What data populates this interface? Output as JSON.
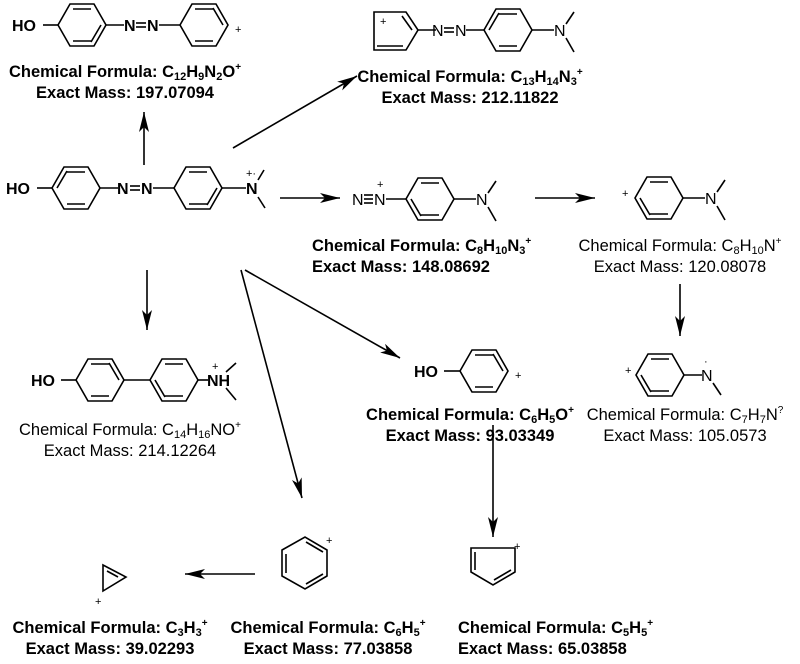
{
  "diagram": {
    "type": "mass-spectrometry fragmentation pathway",
    "parent": {
      "id": "parent",
      "substituents": {
        "left": "HO",
        "linker": "N=N",
        "right": "N"
      },
      "charge_mark": "+·"
    },
    "fragments": [
      {
        "id": "frag-197",
        "weight": "bold",
        "left_group": "HO",
        "linker_left": "N",
        "linker_right": "N",
        "charge": "+",
        "formula": {
          "prefix": "Chemical Formula: ",
          "parts": [
            [
              "C",
              ""
            ],
            [
              "12",
              "sub"
            ],
            [
              "H",
              ""
            ],
            [
              "9",
              "sub"
            ],
            [
              "N",
              ""
            ],
            [
              "2",
              "sub"
            ],
            [
              "O",
              ""
            ],
            [
              "+",
              "sup"
            ]
          ]
        },
        "mass": {
          "prefix": "Exact Mass: ",
          "value": "197.07094"
        }
      },
      {
        "id": "frag-212",
        "weight": "bold",
        "linker_left": "N",
        "linker_right": "N",
        "right_group": "N",
        "charge": "+",
        "formula": {
          "prefix": "Chemical Formula: ",
          "parts": [
            [
              "C",
              ""
            ],
            [
              "13",
              "sub"
            ],
            [
              "H",
              ""
            ],
            [
              "14",
              "sub"
            ],
            [
              "N",
              ""
            ],
            [
              "3",
              "sub"
            ],
            [
              "+",
              "sup"
            ]
          ]
        },
        "mass": {
          "prefix": "Exact Mass: ",
          "value": "212.11822"
        }
      },
      {
        "id": "frag-148",
        "weight": "bold",
        "left_group": "N≡N",
        "right_group": "N",
        "charge": "+",
        "formula": {
          "prefix": "Chemical Formula: ",
          "parts": [
            [
              "C",
              ""
            ],
            [
              "8",
              "sub"
            ],
            [
              "H",
              ""
            ],
            [
              "10",
              "sub"
            ],
            [
              "N",
              ""
            ],
            [
              "3",
              "sub"
            ],
            [
              "+",
              "sup"
            ]
          ]
        },
        "mass": {
          "prefix": "Exact Mass: ",
          "value": "148.08692"
        }
      },
      {
        "id": "frag-120",
        "weight": "normal",
        "right_group": "N",
        "charge": "+",
        "formula": {
          "prefix": "Chemical Formula: ",
          "parts": [
            [
              "C",
              ""
            ],
            [
              "8",
              "sub"
            ],
            [
              "H",
              ""
            ],
            [
              "10",
              "sub"
            ],
            [
              "N",
              ""
            ],
            [
              "+",
              "sup"
            ]
          ]
        },
        "mass": {
          "prefix": "Exact Mass: ",
          "value": "120.08078"
        }
      },
      {
        "id": "frag-214",
        "weight": "normal",
        "left_group": "HO",
        "right_group": "NH",
        "charge": "+",
        "formula": {
          "prefix": "Chemical Formula: ",
          "parts": [
            [
              "C",
              ""
            ],
            [
              "14",
              "sub"
            ],
            [
              "H",
              ""
            ],
            [
              "16",
              "sub"
            ],
            [
              "NO",
              ""
            ],
            [
              "+",
              "sup"
            ]
          ]
        },
        "mass": {
          "prefix": "Exact Mass: ",
          "value": "214.12264"
        }
      },
      {
        "id": "frag-93",
        "weight": "bold",
        "left_group": "HO",
        "charge": "+",
        "formula": {
          "prefix": "Chemical Formula: ",
          "parts": [
            [
              "C",
              ""
            ],
            [
              "6",
              "sub"
            ],
            [
              "H",
              ""
            ],
            [
              "5",
              "sub"
            ],
            [
              "O",
              ""
            ],
            [
              "+",
              "sup"
            ]
          ]
        },
        "mass": {
          "prefix": "Exact Mass: ",
          "value": "93.03349"
        }
      },
      {
        "id": "frag-105",
        "weight": "normal",
        "right_group": "N",
        "charge": "+",
        "formula": {
          "prefix": "Chemical Formula: ",
          "parts": [
            [
              "C",
              ""
            ],
            [
              "7",
              "sub"
            ],
            [
              "H",
              ""
            ],
            [
              "7",
              "sub"
            ],
            [
              "N",
              ""
            ],
            [
              "?",
              "sup"
            ]
          ]
        },
        "mass": {
          "prefix": "Exact Mass: ",
          "value": "105.0573"
        }
      },
      {
        "id": "frag-39",
        "weight": "bold",
        "charge": "+",
        "formula": {
          "prefix": "Chemical Formula: ",
          "parts": [
            [
              "C",
              ""
            ],
            [
              "3",
              "sub"
            ],
            [
              "H",
              ""
            ],
            [
              "3",
              "sub"
            ],
            [
              "+",
              "sup"
            ]
          ]
        },
        "mass": {
          "prefix": "Exact Mass: ",
          "value": "39.02293"
        }
      },
      {
        "id": "frag-77",
        "weight": "bold",
        "charge": "+",
        "formula": {
          "prefix": "Chemical Formula: ",
          "parts": [
            [
              "C",
              ""
            ],
            [
              "6",
              "sub"
            ],
            [
              "H",
              ""
            ],
            [
              "5",
              "sub"
            ],
            [
              "+",
              "sup"
            ]
          ]
        },
        "mass": {
          "prefix": "Exact Mass: ",
          "value": "77.03858"
        }
      },
      {
        "id": "frag-65",
        "weight": "bold",
        "charge": "+",
        "formula": {
          "prefix": "Chemical Formula: ",
          "parts": [
            [
              "C",
              ""
            ],
            [
              "5",
              "sub"
            ],
            [
              "H",
              ""
            ],
            [
              "5",
              "sub"
            ],
            [
              "+",
              "sup"
            ]
          ]
        },
        "mass": {
          "prefix": "Exact Mass: ",
          "value": "65.03858"
        }
      }
    ],
    "edges": [
      {
        "from": "parent",
        "to": "frag-197"
      },
      {
        "from": "parent",
        "to": "frag-212"
      },
      {
        "from": "parent",
        "to": "frag-148"
      },
      {
        "from": "frag-148",
        "to": "frag-120"
      },
      {
        "from": "frag-120",
        "to": "frag-105"
      },
      {
        "from": "parent",
        "to": "frag-214"
      },
      {
        "from": "parent",
        "to": "frag-93"
      },
      {
        "from": "parent",
        "to": "frag-77"
      },
      {
        "from": "frag-93",
        "to": "frag-65"
      },
      {
        "from": "frag-77",
        "to": "frag-39"
      }
    ]
  }
}
